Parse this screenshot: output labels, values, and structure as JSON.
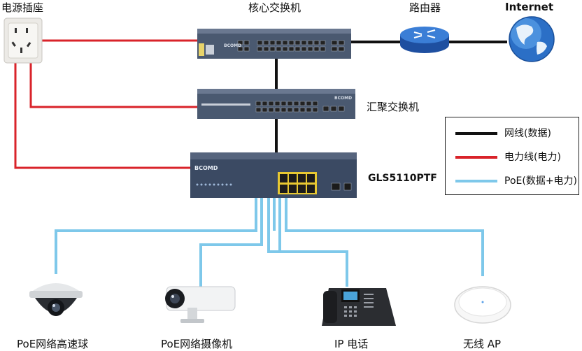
{
  "labels": {
    "power_outlet": "电源插座",
    "core_switch": "核心交换机",
    "router": "路由器",
    "internet": "Internet",
    "aggregation_switch": "汇聚交换机",
    "poe_switch_model": "GLS5110PTF",
    "poe_dome_camera": "PoE网络高速球",
    "poe_bullet_camera": "PoE网络摄像机",
    "ip_phone": "IP 电话",
    "wireless_ap": "无线 AP"
  },
  "device_text": {
    "brand": "BCOM",
    "brand_suffix": "D"
  },
  "legend": [
    {
      "label": "网线(数据)",
      "color": "#111111"
    },
    {
      "label": "电力线(电力)",
      "color": "#d9232a"
    },
    {
      "label": "PoE(数据+电力)",
      "color": "#7ec8ea"
    }
  ],
  "colors": {
    "network": "#111111",
    "power": "#d9232a",
    "poe": "#7ec8ea",
    "switch_body": "#4a5970"
  }
}
